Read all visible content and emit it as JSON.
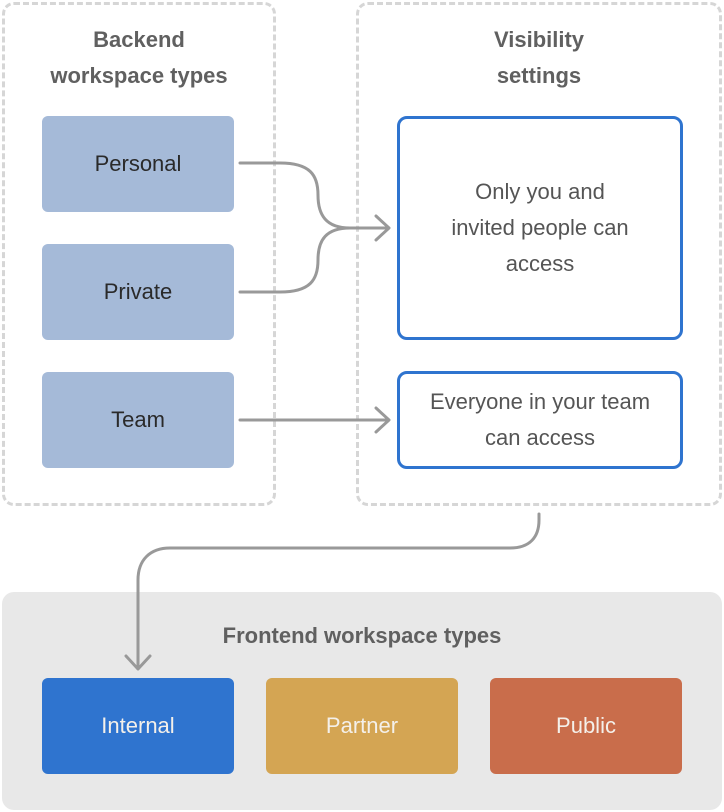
{
  "backend": {
    "title": "Backend\nworkspace types",
    "items": [
      {
        "label": "Personal"
      },
      {
        "label": "Private"
      },
      {
        "label": "Team"
      }
    ]
  },
  "visibility": {
    "title": "Visibility\nsettings",
    "items": [
      {
        "label": "Only you and\ninvited people can\naccess"
      },
      {
        "label": "Everyone in your team\ncan access"
      }
    ]
  },
  "frontend": {
    "title": "Frontend workspace types",
    "items": [
      {
        "label": "Internal",
        "color": "#2f74cf"
      },
      {
        "label": "Partner",
        "color": "#d4a553"
      },
      {
        "label": "Public",
        "color": "#c96d4b"
      }
    ]
  },
  "connections": [
    {
      "from": "Personal",
      "to": "Only you and invited people can access"
    },
    {
      "from": "Private",
      "to": "Only you and invited people can access"
    },
    {
      "from": "Team",
      "to": "Everyone in your team can access"
    },
    {
      "from": "Visibility settings",
      "to": "Internal"
    }
  ],
  "colors": {
    "backend_box": "#a5bad8",
    "visibility_border": "#2f74cf",
    "connector": "#999999",
    "dashed_border": "#d6d6d6",
    "frontend_panel": "#e8e8e8"
  }
}
